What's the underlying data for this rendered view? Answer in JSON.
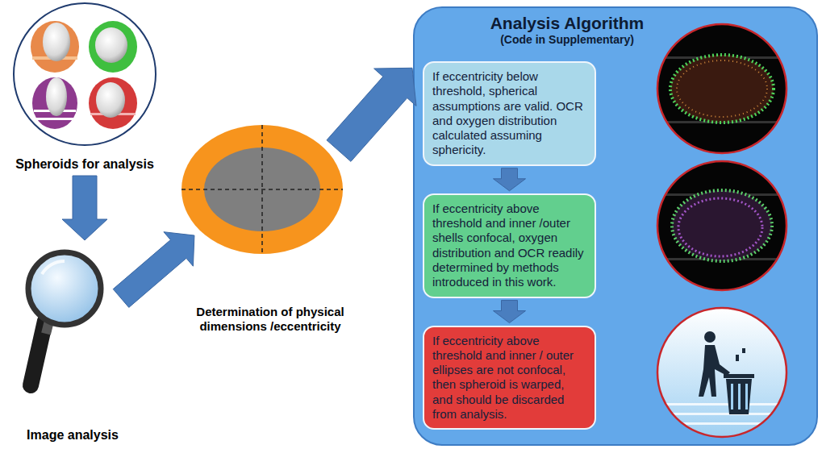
{
  "diagram": {
    "nodes": [
      {
        "text": [
          "Spheroids for analysis"
        ]
      },
      {
        "text": [
          "Image analysis"
        ]
      },
      {
        "text": [
          "Determination of physical dimensions /eccentricity"
        ]
      },
      {
        "text": [
          "Analysis Algorithm",
          "(Code in Supplementary)"
        ]
      },
      {
        "text": [
          "If eccentricity below threshold, spherical assumptions are valid. OCR and oxygen distribution calculated assuming sphericity."
        ],
        "in": 3
      },
      {
        "text": [
          "If eccentricity above threshold and inner /outer shells confocal, oxygen distribution and OCR readily determined by methods introduced in this work."
        ],
        "in": 3
      },
      {
        "text": [
          "If eccentricity above threshold and inner / outer ellipses are not confocal, then spheroid is warped, and should be discarded from analysis."
        ],
        "in": 3
      }
    ],
    "edges": [
      {
        "from": 0,
        "to": 1,
        "arrow": "to"
      },
      {
        "from": 1,
        "to": 2,
        "arrow": "to"
      },
      {
        "from": 2,
        "to": 3,
        "arrow": "to"
      },
      {
        "from": 4,
        "to": 5,
        "arrow": "to"
      },
      {
        "from": 5,
        "to": 6,
        "arrow": "to"
      }
    ]
  }
}
